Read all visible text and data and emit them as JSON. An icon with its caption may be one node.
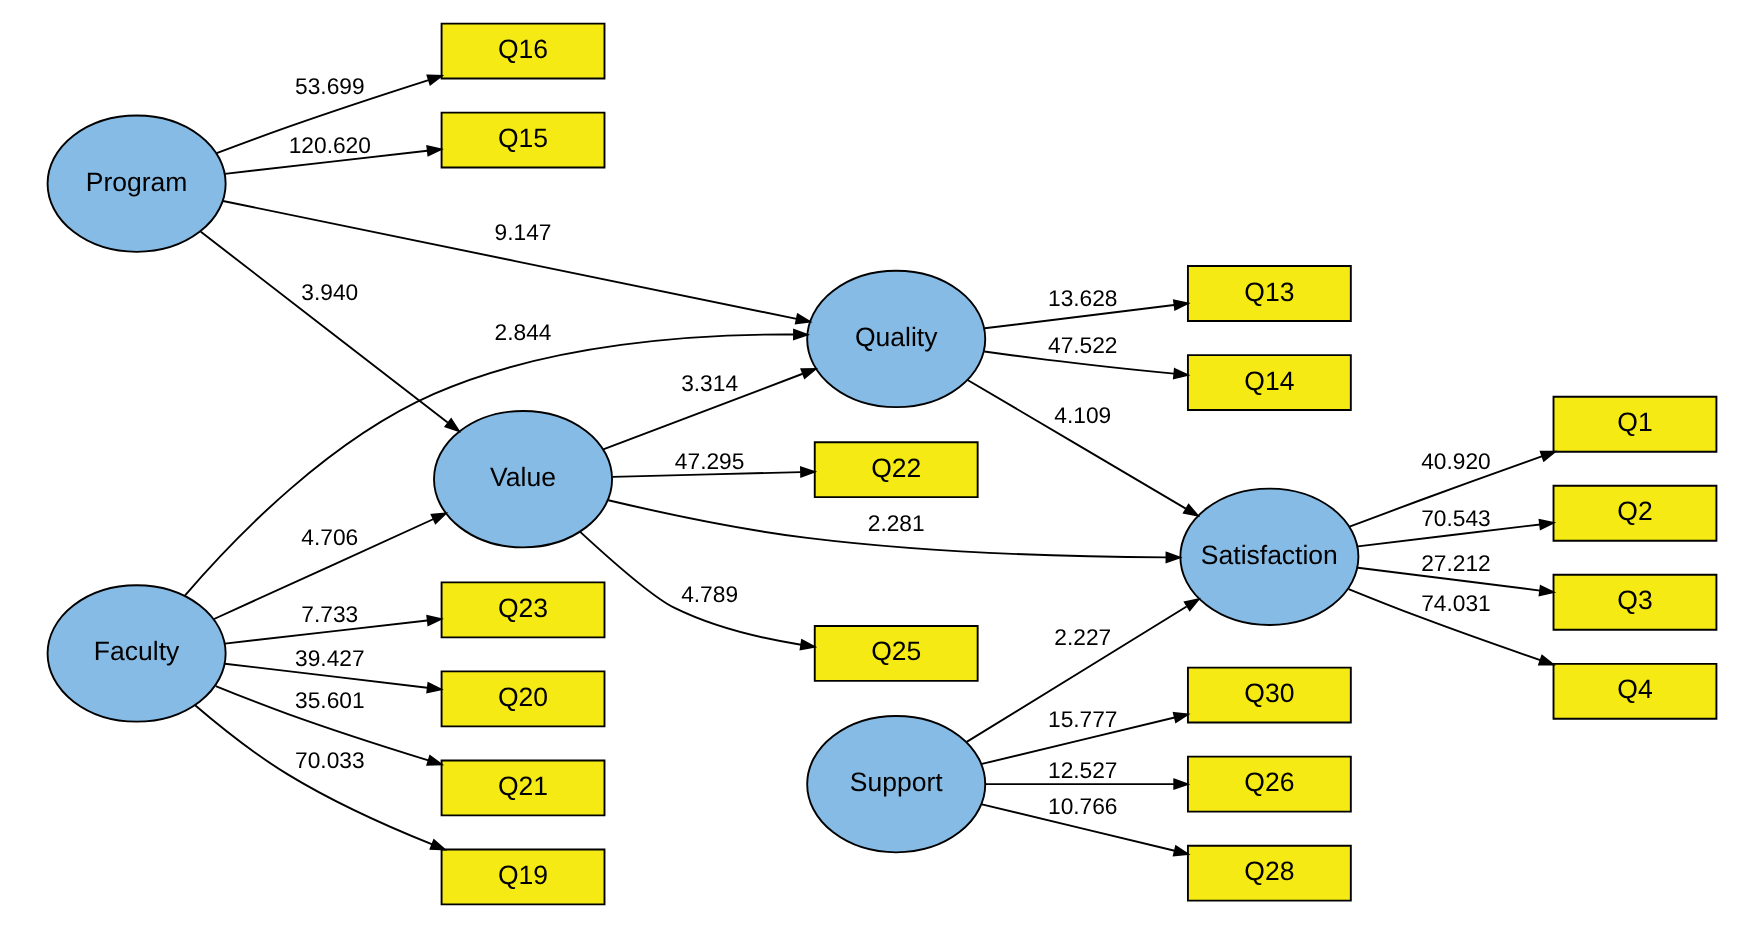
{
  "diagram": {
    "nodes": [
      {
        "text": [
          "Q19"
        ]
      },
      {
        "text": [
          "Q13"
        ]
      },
      {
        "text": [
          "Q1"
        ]
      },
      {
        "text": [
          "Quality"
        ]
      },
      {
        "text": [
          "Q20"
        ]
      },
      {
        "text": [
          "Faculty"
        ]
      },
      {
        "text": [
          "Q14"
        ]
      },
      {
        "text": [
          "Q2"
        ]
      },
      {
        "text": [
          "Q21"
        ]
      },
      {
        "text": [
          "Satisfaction"
        ]
      },
      {
        "text": [
          "Q3"
        ]
      },
      {
        "text": [
          "Q23"
        ]
      },
      {
        "text": [
          "Program"
        ]
      },
      {
        "text": [
          "Value"
        ]
      },
      {
        "text": [
          "Q4"
        ]
      },
      {
        "text": [
          "Q15"
        ]
      },
      {
        "text": [
          "Q26"
        ]
      },
      {
        "text": [
          "Q16"
        ]
      },
      {
        "text": [
          "Support"
        ]
      },
      {
        "text": [
          "Q28"
        ]
      },
      {
        "text": [
          "Q22"
        ]
      },
      {
        "text": [
          "Q25"
        ]
      },
      {
        "text": [
          "Q30"
        ]
      }
    ],
    "edges": [
      {
        "from": 5,
        "to": 0,
        "arrow": "to",
        "label": "70.033"
      },
      {
        "from": 5,
        "to": 4,
        "arrow": "to",
        "label": "39.427"
      },
      {
        "from": 5,
        "to": 8,
        "arrow": "to",
        "label": "35.601"
      },
      {
        "from": 5,
        "to": 11,
        "arrow": "to",
        "label": "7.733"
      },
      {
        "from": 5,
        "to": 3,
        "arrow": "to",
        "label": "2.844"
      },
      {
        "from": 5,
        "to": 13,
        "arrow": "to",
        "label": "4.706"
      },
      {
        "from": 12,
        "to": 3,
        "arrow": "to",
        "label": "9.147"
      },
      {
        "from": 12,
        "to": 13,
        "arrow": "to",
        "label": "3.940"
      },
      {
        "from": 12,
        "to": 15,
        "arrow": "to",
        "label": "120.620"
      },
      {
        "from": 12,
        "to": 17,
        "arrow": "to",
        "label": "53.699"
      },
      {
        "from": 3,
        "to": 1,
        "arrow": "to",
        "label": "13.628"
      },
      {
        "from": 3,
        "to": 6,
        "arrow": "to",
        "label": "47.522"
      },
      {
        "from": 3,
        "to": 9,
        "arrow": "to",
        "label": "4.109"
      },
      {
        "from": 13,
        "to": 3,
        "arrow": "to",
        "label": "3.314"
      },
      {
        "from": 13,
        "to": 9,
        "arrow": "to",
        "label": "2.281"
      },
      {
        "from": 13,
        "to": 20,
        "arrow": "to",
        "label": "47.295"
      },
      {
        "from": 13,
        "to": 21,
        "arrow": "to",
        "label": "4.789"
      },
      {
        "from": 9,
        "to": 2,
        "arrow": "to",
        "label": "40.920"
      },
      {
        "from": 9,
        "to": 7,
        "arrow": "to",
        "label": "70.543"
      },
      {
        "from": 9,
        "to": 10,
        "arrow": "to",
        "label": "27.212"
      },
      {
        "from": 9,
        "to": 14,
        "arrow": "to",
        "label": "74.031"
      },
      {
        "from": 18,
        "to": 9,
        "arrow": "to",
        "label": "2.227"
      },
      {
        "from": 18,
        "to": 16,
        "arrow": "to",
        "label": "12.527"
      },
      {
        "from": 18,
        "to": 19,
        "arrow": "to",
        "label": "10.766"
      },
      {
        "from": 18,
        "to": 22,
        "arrow": "to",
        "label": "15.777"
      }
    ]
  }
}
